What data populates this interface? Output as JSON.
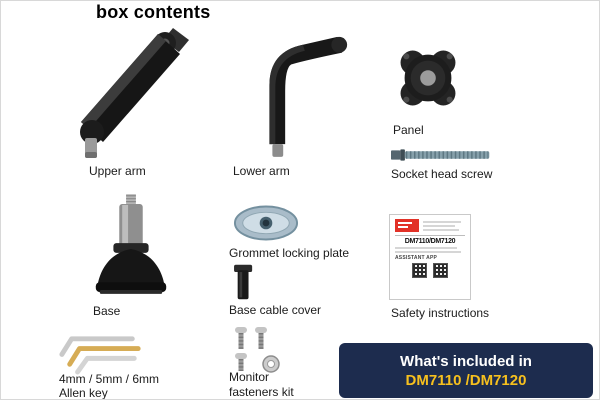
{
  "title": "box contents",
  "items": {
    "upper_arm": {
      "label": "Upper arm"
    },
    "lower_arm": {
      "label": "Lower arm"
    },
    "panel": {
      "label": "Panel"
    },
    "socket_head_screw": {
      "label": "Socket head screw"
    },
    "base": {
      "label": "Base"
    },
    "grommet_locking_plate": {
      "label": "Grommet locking plate"
    },
    "base_cable_cover": {
      "label": "Base cable cover"
    },
    "safety_instructions": {
      "label": "Safety instructions"
    },
    "allen_key": {
      "label_line1": "4mm / 5mm / 6mm",
      "label_line2": "Allen key"
    },
    "monitor_fasteners": {
      "label_line1": "Monitor",
      "label_line2": "fasteners kit"
    }
  },
  "safety_card": {
    "model": "DM7110/DM7120",
    "assistant_app": "ASSISTANT APP"
  },
  "included_box": {
    "line1": "What's included in",
    "line2": "DM7110 /DM7120"
  },
  "colors": {
    "navy": "#1d2c4e",
    "yellow": "#f6c01e",
    "brand_red": "#e23127"
  }
}
